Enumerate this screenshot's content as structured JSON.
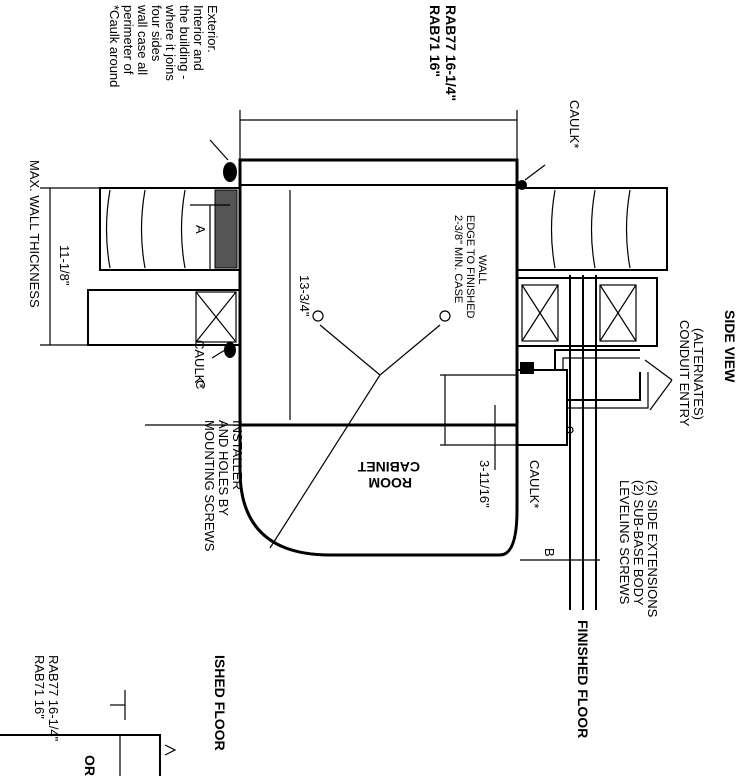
{
  "diagram": {
    "view_title": "SIDE VIEW",
    "caulk_note": [
      "*Caulk around",
      "perimeter of",
      "wall case all",
      "four sides",
      "where it joins",
      "the building -",
      "Interior and",
      "Exterior."
    ],
    "model_dims_top": [
      "RAB71  16\"",
      "RAB77  16-1/4\""
    ],
    "model_dims_left": [
      "RAB71   16\"",
      "RAB77   16-1/4\""
    ],
    "caulk_label": "CAULK*",
    "max_wall_thickness": "MAX. WALL THICKNESS",
    "dim_11_1_8": "11-1/8\"",
    "dim_a": "A",
    "dim_c": "C",
    "dim_b": "B",
    "dim_13_3_4": "13-3/4\"",
    "min_case_edge": [
      "2-3/8\" MIN. CASE",
      "EDGE TO FINISHED",
      "WALL"
    ],
    "dim_3_11_16": "3-11/16\"",
    "room_cabinet": [
      "ROOM",
      "CABINET"
    ],
    "mounting_screws": [
      "MOUNTING SCREWS",
      "AND HOLES BY",
      "INSTALLER"
    ],
    "leveling_screws": [
      "LEVELING SCREWS",
      "(2) SUB-BASE BODY",
      "(2) SIDE EXTENSIONS"
    ],
    "conduit_entry": [
      "CONDUIT ENTRY",
      "(ALTERNATES)"
    ],
    "finished_floor": "FINISHED FLOOR",
    "finished_floor_partial": "ISHED FLOOR",
    "room_partial": "OR"
  }
}
